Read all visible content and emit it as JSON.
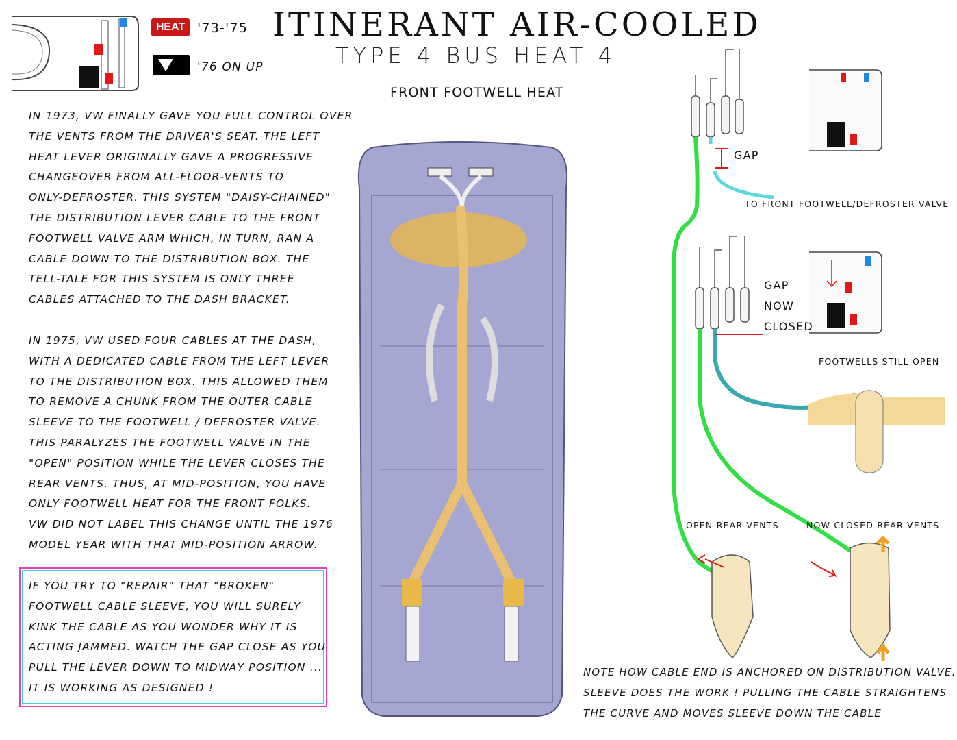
{
  "header": {
    "title": "ITINERANT AIR-COOLED",
    "subtitle": "TYPE 4  BUS HEAT  4",
    "section_title": "FRONT FOOTWELL HEAT",
    "legend": [
      {
        "badge": "HEAT",
        "label": "'73-'75"
      },
      {
        "badge": "arrow-down-icon",
        "label": "'76 ON UP"
      }
    ]
  },
  "paragraph1": [
    "In 1973, VW finally gave you full control over",
    "the vents from the driver's seat. The left",
    "heat lever originally gave a progressive",
    "changeover from all-floor-vents to",
    "only-defroster. This system \"daisy-chained\"",
    "the distribution lever cable to the front",
    "footwell valve arm which, in turn, ran a",
    "cable down to the distribution box. The",
    "tell-tale for this system is only three",
    "cables attached to the dash bracket."
  ],
  "paragraph2": [
    "In 1975, VW used four cables at the dash,",
    "with a dedicated cable from the left lever",
    "to the distribution box. This allowed them",
    "to remove a chunk from the outer cable",
    "sleeve to the footwell / defroster valve.",
    "This paralyzes the footwell valve in the",
    "\"open\" position while the lever closes the",
    "rear vents. Thus, at mid-position, you have",
    "only footwell heat for the front folks.",
    "VW did not label this change until the 1976",
    "model year with that mid-position arrow."
  ],
  "callout": [
    "If you try to \"repair\" that \"broken\"",
    "footwell cable sleeve, you will surely",
    "kink the cable as you wonder why it is",
    "acting jammed. Watch the gap close as you",
    "pull the lever down to midway position ...",
    "it is working as designed !"
  ],
  "labels": {
    "gap": "GAP",
    "to_front": "TO FRONT FOOTWELL/DEFROSTER VALVE",
    "gap_now_closed": [
      "GAP",
      "NOW",
      "CLOSED"
    ],
    "footwells_open": "FOOTWELLS STILL OPEN",
    "open_rear": "OPEN REAR VENTS",
    "closed_rear": "NOW CLOSED REAR VENTS"
  },
  "note": [
    "Note how cable end is anchored on distribution valve.",
    "Sleeve does the work ! Pulling the cable straightens",
    "the curve and moves sleeve down the cable"
  ],
  "colors": {
    "red": "#e01818",
    "blue": "#1e88e5",
    "green": "#33dd44",
    "cyan": "#5fd6e0",
    "bus": "#8c8cc0",
    "duct": "#e8c070",
    "magenta": "#e040c0"
  }
}
